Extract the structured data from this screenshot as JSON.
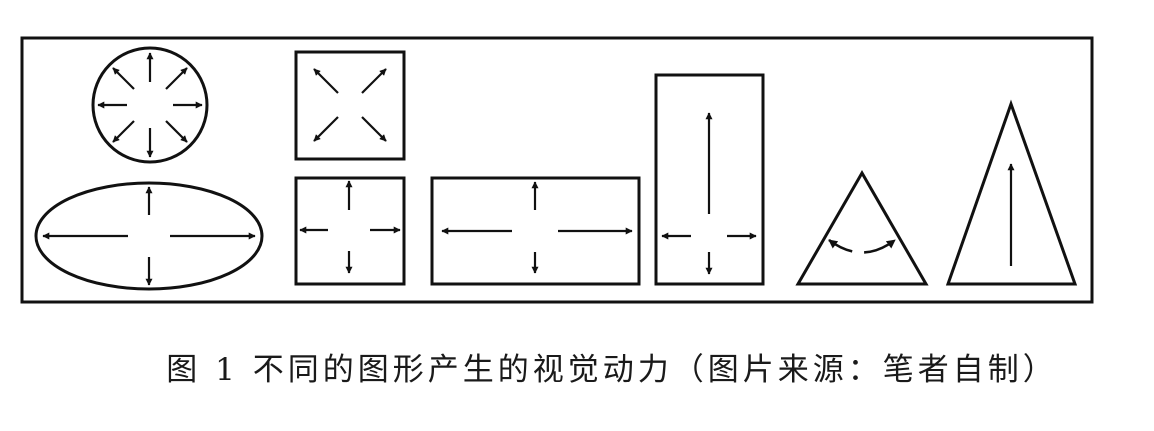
{
  "caption": "图 1 不同的图形产生的视觉动力（图片来源：笔者自制）",
  "colors": {
    "stroke": "#111111",
    "background": "#ffffff"
  },
  "shapes": [
    {
      "name": "circle",
      "description_key": "radial-arrows-8"
    },
    {
      "name": "square",
      "description_key": "diagonal-arrows-4"
    },
    {
      "name": "ellipse",
      "description_key": "cross-arrows-long-horizontal"
    },
    {
      "name": "small-rectangle",
      "description_key": "cross-arrows"
    },
    {
      "name": "wide-rectangle",
      "description_key": "cross-arrows-long-horizontal"
    },
    {
      "name": "tall-rectangle",
      "description_key": "cross-arrows-long-up"
    },
    {
      "name": "short-triangle",
      "description_key": "curved-arrow-horizontal"
    },
    {
      "name": "tall-triangle",
      "description_key": "long-arrow-up"
    }
  ]
}
